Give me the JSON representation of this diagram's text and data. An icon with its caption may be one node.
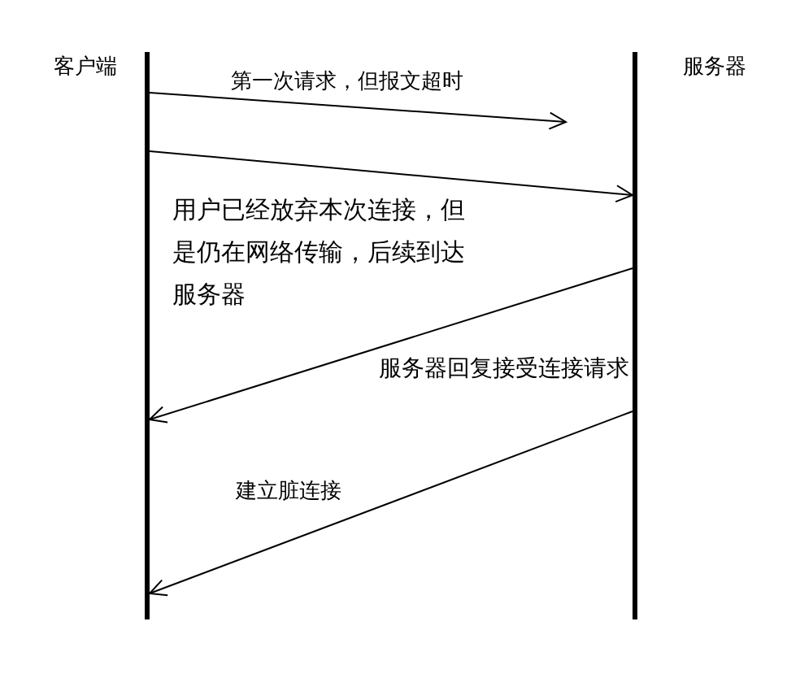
{
  "diagram": {
    "nodes": [
      {
        "text": [
          "客户端"
        ]
      },
      {
        "text": [
          "服务器"
        ]
      }
    ],
    "edges": [
      {
        "from": 0,
        "to": null,
        "arrow": "to"
      },
      {
        "from": 0,
        "to": 1,
        "arrow": "to"
      },
      {
        "from": 1,
        "to": 0,
        "arrow": "to"
      },
      {
        "from": 1,
        "to": 0,
        "arrow": "to"
      }
    ],
    "labels": [
      "第一次请求，但报文超时",
      "用户已经放弃本次连接，但是仍在网络传输，后续到达服务器",
      "服务器回复接受连接请求",
      "建立脏连接"
    ]
  }
}
